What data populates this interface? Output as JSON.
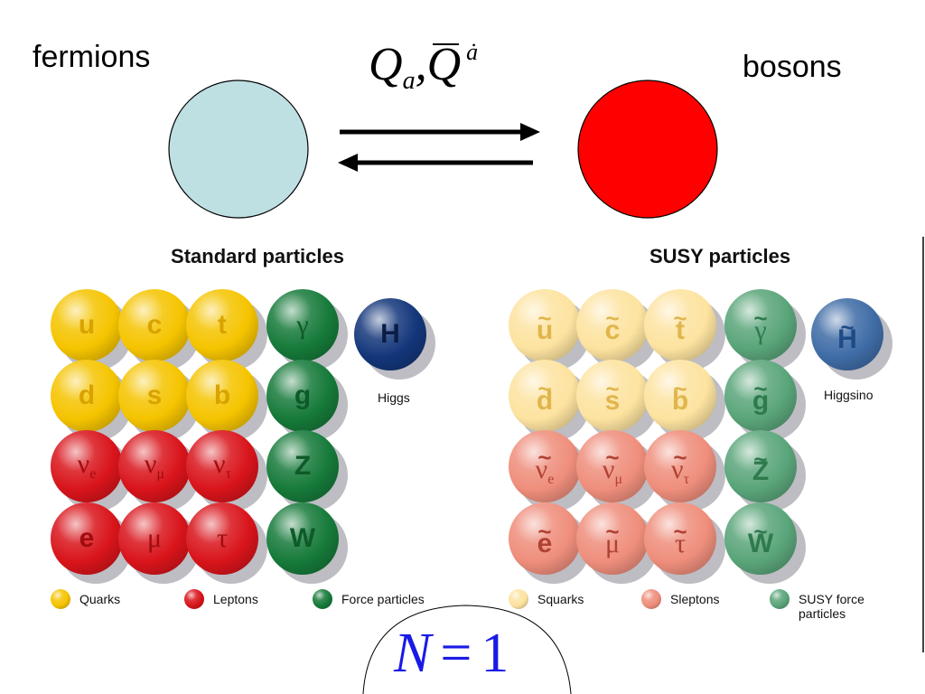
{
  "top": {
    "left_label": "fermions",
    "right_label": "bosons",
    "operator": {
      "q": "Q",
      "q_sub": "a",
      "sep": ",",
      "qbar": "Q",
      "qbar_sup": "ȧ"
    },
    "fermion_color": "#bfe0e3",
    "boson_color": "#ff0000"
  },
  "standard": {
    "title": "Standard particles",
    "higgs_label": "Higgs",
    "rows": [
      [
        {
          "sym": "u",
          "kind": "quark"
        },
        {
          "sym": "c",
          "kind": "quark"
        },
        {
          "sym": "t",
          "kind": "quark"
        },
        {
          "sym": "γ",
          "kind": "force"
        }
      ],
      [
        {
          "sym": "d",
          "kind": "quark"
        },
        {
          "sym": "s",
          "kind": "quark"
        },
        {
          "sym": "b",
          "kind": "quark"
        },
        {
          "sym": "g",
          "kind": "force"
        }
      ],
      [
        {
          "sym": "νe",
          "kind": "lepton"
        },
        {
          "sym": "νμ",
          "kind": "lepton"
        },
        {
          "sym": "ντ",
          "kind": "lepton"
        },
        {
          "sym": "Z",
          "kind": "force"
        }
      ],
      [
        {
          "sym": "e",
          "kind": "lepton"
        },
        {
          "sym": "μ",
          "kind": "lepton"
        },
        {
          "sym": "τ",
          "kind": "lepton"
        },
        {
          "sym": "W",
          "kind": "force"
        }
      ]
    ],
    "higgs": {
      "sym": "H"
    },
    "legend": [
      {
        "label": "Quarks",
        "color": "#f5c400"
      },
      {
        "label": "Leptons",
        "color": "#d9141b"
      },
      {
        "label": "Force particles",
        "color": "#167a3a"
      }
    ]
  },
  "susy": {
    "title": "SUSY particles",
    "higgs_label": "Higgsino",
    "rows": [
      [
        {
          "sym": "u"
        },
        {
          "sym": "c"
        },
        {
          "sym": "t"
        },
        {
          "sym": "γ"
        }
      ],
      [
        {
          "sym": "d"
        },
        {
          "sym": "s"
        },
        {
          "sym": "b"
        },
        {
          "sym": "g"
        }
      ],
      [
        {
          "sym": "νe"
        },
        {
          "sym": "νμ"
        },
        {
          "sym": "ντ"
        },
        {
          "sym": "Z"
        }
      ],
      [
        {
          "sym": "e"
        },
        {
          "sym": "μ"
        },
        {
          "sym": "τ"
        },
        {
          "sym": "W"
        }
      ]
    ],
    "higgs": {
      "sym": "H"
    },
    "legend": [
      {
        "label": "Squarks",
        "color": "#fde3a0"
      },
      {
        "label": "Sleptons",
        "color": "#ef8e7c"
      },
      {
        "label": "SUSY force\nparticles",
        "color": "#5aa57a"
      }
    ]
  },
  "bottom": {
    "n_label": "N",
    "equals": "=",
    "n_value": "1"
  },
  "colors": {
    "quark": "#f5c400",
    "quark_text": "#d8a300",
    "lepton": "#d9141b",
    "lepton_text": "#a00c10",
    "force": "#167a3a",
    "force_text": "#0f5a29",
    "higgs": "#13367a",
    "higgs_text": "#0c2658",
    "squark": "#fde3a0",
    "squark_text": "#e0b64c",
    "slepton": "#ef8e7c",
    "slepton_text": "#b04234",
    "sforce": "#5aa57a",
    "sforce_text": "#2f7a4d",
    "higgsino": "#3f6ca6",
    "higgsino_text": "#1f4a86",
    "n1": "#1a1ae6"
  }
}
